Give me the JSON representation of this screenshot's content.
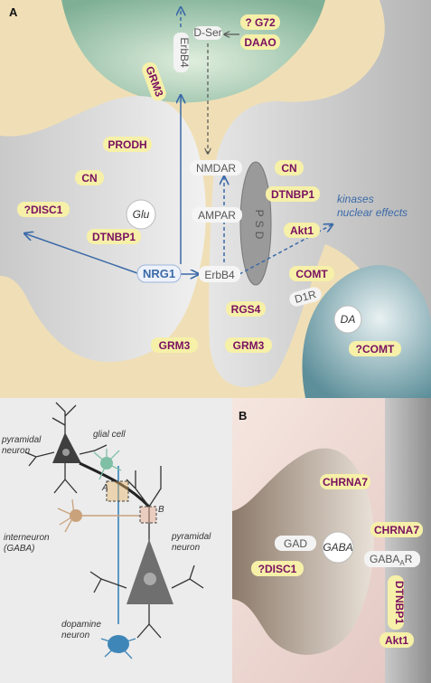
{
  "panel_a": {
    "letter": "A",
    "genes": {
      "g72": "? G72",
      "daao": "DAAO",
      "grm3_top": "GRM3",
      "prodh": "PRODH",
      "cn_left": "CN",
      "disc1_left": "?DISC1",
      "dtnbp1_left": "DTNBP1",
      "nrg1": "NRG1",
      "grm3_bottom_left": "GRM3",
      "cn_right": "CN",
      "dtnbp1_right": "DTNBP1",
      "akt1_right": "Akt1",
      "comt": "COMT",
      "rgs4": "RGS4",
      "grm3_bottom_right": "GRM3",
      "comt_q": "?COMT"
    },
    "labels": {
      "dser": "D-Ser",
      "erbb4_vertical": "ErbB4",
      "nmdar": "NMDAR",
      "ampar": "AMPAR",
      "psd": "PSD",
      "erbb4": "ErbB4",
      "d1r": "D1R",
      "glu": "Glu",
      "da": "DA",
      "kinases_line1": "kinases",
      "kinases_line2": "nuclear effects"
    }
  },
  "schematic": {
    "pyramidal_top": [
      "pyramidal",
      "neuron"
    ],
    "glial": "glial cell",
    "interneuron": [
      "interneuron",
      "(GABA)"
    ],
    "pyramidal_right": [
      "pyramidal",
      "neuron"
    ],
    "dopamine": [
      "dopamine",
      "neuron"
    ],
    "box_a": "A",
    "box_b": "B"
  },
  "panel_b": {
    "letter": "B",
    "genes": {
      "chrna7_left": "CHRNA7",
      "chrna7_right": "CHRNA7",
      "disc1": "?DISC1",
      "dtnbp1_vertical": "DTNBP1",
      "akt1": "Akt1"
    },
    "labels": {
      "gad": "GAD",
      "gaba": "GABA",
      "gabaar": "GABA",
      "gabaar_sub": "A",
      "gabaar_suffix": "R"
    }
  },
  "colors": {
    "panel_a_bg": "#f0dfb6",
    "gene_text": "#7a1060",
    "gene_pill": "#f6f0a8",
    "arrow_blue": "#3b6aa8",
    "glial_green": "#7fbfa5"
  }
}
